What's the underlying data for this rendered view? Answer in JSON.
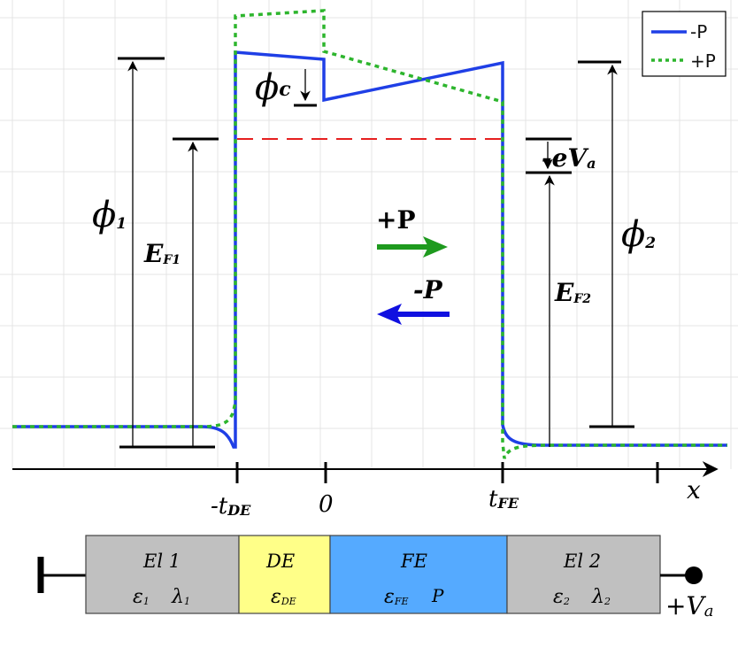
{
  "legend": {
    "minus_p_label": "-P",
    "plus_p_label": "+P",
    "minus_p_color": "#1f3fe6",
    "plus_p_color": "#2db52d"
  },
  "symbols": {
    "phi": "ϕ",
    "phi1_sub": "1",
    "phi2_sub": "2",
    "phic_sub": "c",
    "e_letter": "E",
    "ef1_sub": "F1",
    "ef2_sub": "F2",
    "minus_ev": "-eV",
    "va_sub": "a"
  },
  "arrows": {
    "plus_p_label": "+P",
    "minus_p_label": "-P",
    "plus_color": "#1e9a1e",
    "minus_color": "#1010e0"
  },
  "axis": {
    "x_label": "x",
    "tick_minus_t": "-t",
    "tick_minus_t_sub": "DE",
    "tick_zero": "0",
    "tick_t": "t",
    "tick_t_sub": "FE"
  },
  "fermi_line_color": "#e62020",
  "device": {
    "el1": {
      "title": "El 1",
      "eps": "ε",
      "eps_sub": "1",
      "lam": "λ",
      "lam_sub": "1",
      "color": "#c0c0c0"
    },
    "de": {
      "title": "DE",
      "eps": "ε",
      "eps_sub": "DE",
      "color": "#ffff88"
    },
    "fe": {
      "title": "FE",
      "eps": "ε",
      "eps_sub": "FE",
      "p": "P",
      "color": "#55aaff"
    },
    "el2": {
      "title": "El 2",
      "eps": "ε",
      "eps_sub": "2",
      "lam": "λ",
      "lam_sub": "2",
      "color": "#c0c0c0"
    },
    "voltage": "+V",
    "voltage_sub": "a"
  }
}
